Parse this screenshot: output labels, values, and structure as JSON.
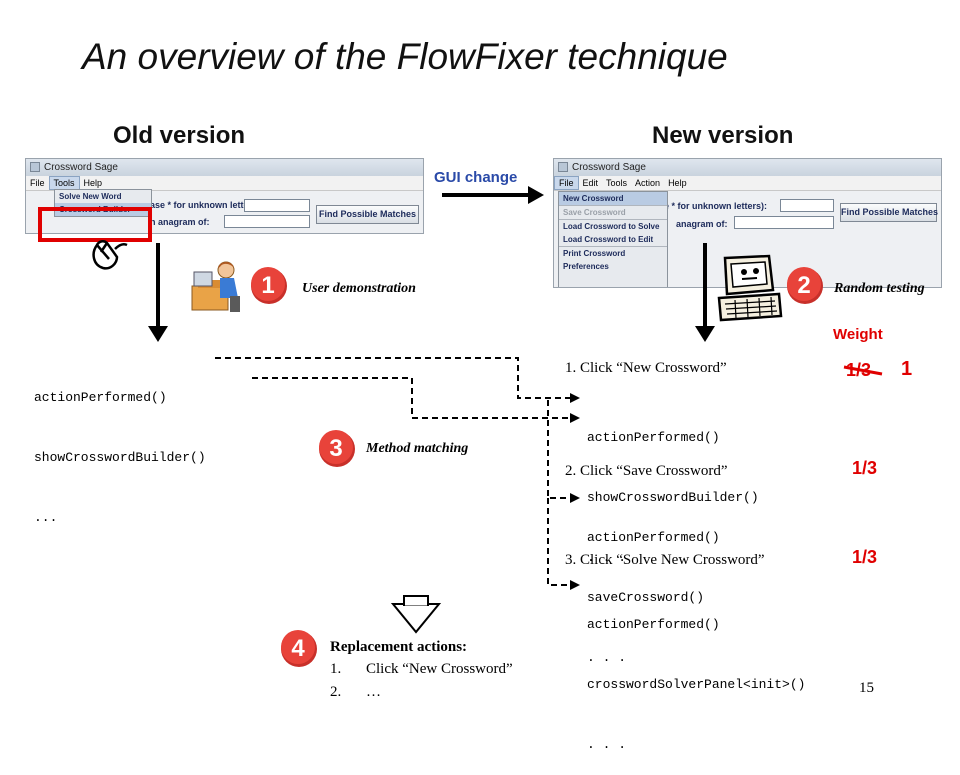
{
  "title": "An overview of the FlowFixer technique",
  "old_version": "Old version",
  "new_version": "New version",
  "gui_change": "GUI change",
  "colors": {
    "highlight": "#e00000",
    "gui_change_text": "#2a4aa8",
    "badge": "#e8433a"
  },
  "old_window": {
    "title": "Crossword Sage",
    "menus": [
      "File",
      "Tools",
      "Help"
    ],
    "menu_items": [
      "Solve New Word",
      "Crossword Builder"
    ],
    "field_label_1": "ase * for unknown letters):",
    "field_label_2": "n anagram of:",
    "button": "Find Possible Matches"
  },
  "new_window": {
    "title": "Crossword Sage",
    "menus": [
      "File",
      "Edit",
      "Tools",
      "Action",
      "Help"
    ],
    "menu_items": [
      "New Crossword",
      "Save Crossword",
      "Load Crossword to Solve",
      "Load Crossword to Edit",
      "Print Crossword",
      "Preferences"
    ],
    "field_label_1": "e * for unknown letters):",
    "field_label_2": "anagram of:",
    "button": "Find Possible Matches"
  },
  "steps": {
    "s1": {
      "num": "1",
      "label": "User demonstration",
      "icon": "user-at-computer-icon"
    },
    "s2": {
      "num": "2",
      "label": "Random testing",
      "icon": "computer-icon"
    },
    "s3": {
      "num": "3",
      "label": "Method matching"
    },
    "s4": {
      "num": "4",
      "label": "Replacement actions:"
    }
  },
  "old_trace": [
    "actionPerformed()",
    "showCrosswordBuilder()",
    "..."
  ],
  "weight_header": "Weight",
  "candidates": [
    {
      "action": "1. Click “New Crossword”",
      "trace": [
        "actionPerformed()",
        "showCrosswordBuilder()",
        ". . ."
      ],
      "weight_old": "1/3",
      "weight_new": "1"
    },
    {
      "action": "2. Click “Save Crossword”",
      "trace": [
        "actionPerformed()",
        "saveCrossword()",
        ". . ."
      ],
      "weight": "1/3"
    },
    {
      "action": "3. Click “Solve New Crossword”",
      "trace": [
        "actionPerformed()",
        "crosswordSolverPanel<init>()",
        ". . ."
      ],
      "weight": "1/3"
    }
  ],
  "replacement": [
    {
      "num": "1.",
      "text": "Click “New Crossword”"
    },
    {
      "num": "2.",
      "text": "…"
    }
  ],
  "mouse_icon": "mouse-icon",
  "page_number": "15"
}
